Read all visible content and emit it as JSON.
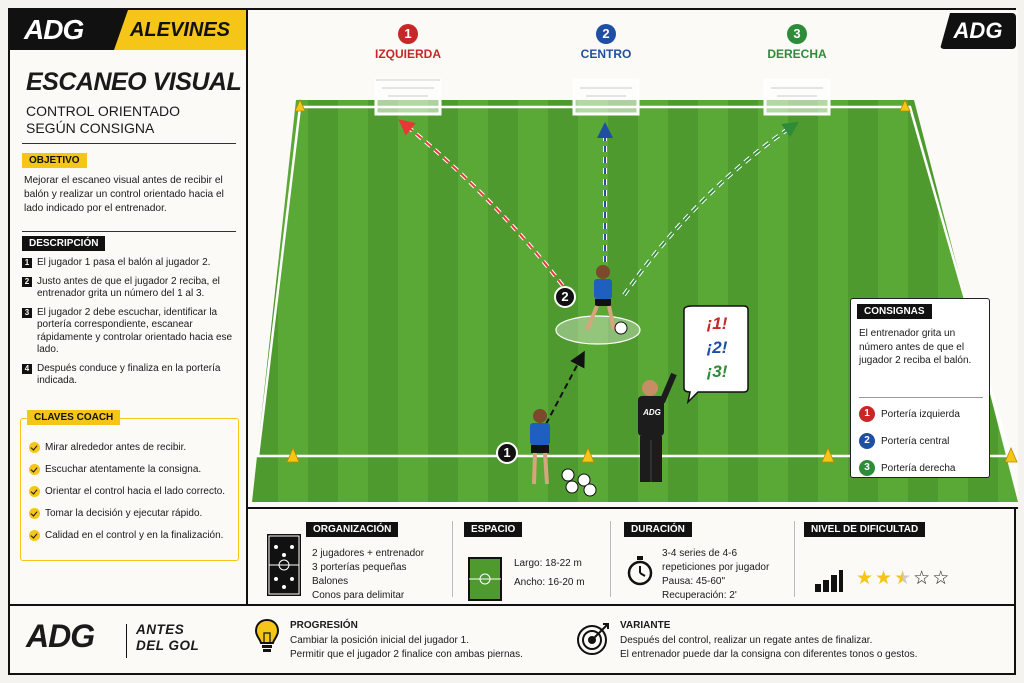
{
  "brand": {
    "logo": "ADG",
    "category": "ALEVINES"
  },
  "title": "ESCANEO VISUAL",
  "subtitle_lines": [
    "CONTROL ORIENTADO",
    "SEGÚN CONSIGNA"
  ],
  "objetivo": {
    "label": "OBJETIVO",
    "text": "Mejorar el escaneo visual antes de recibir el balón y realizar un control orientado hacia el lado indicado por el entrenador."
  },
  "descripcion": {
    "label": "DESCRIPCIÓN",
    "items": [
      {
        "num": "1",
        "text": "El jugador 1 pasa el balón al jugador 2."
      },
      {
        "num": "2",
        "text": "Justo antes de que el jugador 2 reciba, el entrenador grita un número del 1 al 3."
      },
      {
        "num": "3",
        "text": "El jugador 2 debe escuchar, identificar la portería correspondiente, escanear rápidamente y controlar orientado hacia ese lado."
      },
      {
        "num": "4",
        "text": "Después conduce y finaliza en la portería indicada."
      }
    ]
  },
  "claves": {
    "label": "CLAVES COACH",
    "items": [
      "Mirar alrededor antes de recibir.",
      "Escuchar atentamente la consigna.",
      "Orientar el control hacia el lado correcto.",
      "Tomar la decisión y ejecutar rápido.",
      "Calidad en el control y en la finalización."
    ]
  },
  "field": {
    "logo": "ADG",
    "goals": [
      {
        "num": "1",
        "label": "IZQUIERDA",
        "color": "#c62828"
      },
      {
        "num": "2",
        "label": "CENTRO",
        "color": "#1f4fa3"
      },
      {
        "num": "3",
        "label": "DERECHA",
        "color": "#2e8b3a"
      }
    ],
    "player_labels": [
      "1",
      "2"
    ],
    "coach_shirt": "ADG",
    "shout": [
      {
        "text": "¡1!",
        "color": "#c62828"
      },
      {
        "text": "¡2!",
        "color": "#1f4fa3"
      },
      {
        "text": "¡3!",
        "color": "#2e8b3a"
      }
    ],
    "consignas": {
      "label": "CONSIGNAS",
      "text": "El entrenador grita un número antes de que el jugador 2 reciba el balón.",
      "items": [
        {
          "num": "1",
          "text": "Portería izquierda",
          "color": "#c62828"
        },
        {
          "num": "2",
          "text": "Portería central",
          "color": "#1f4fa3"
        },
        {
          "num": "3",
          "text": "Portería derecha",
          "color": "#2e8b3a"
        }
      ]
    }
  },
  "info": {
    "organizacion": {
      "label": "ORGANIZACIÓN",
      "lines": [
        "2 jugadores + entrenador",
        "3 porterías pequeñas",
        "Balones",
        "Conos para delimitar"
      ]
    },
    "espacio": {
      "label": "ESPACIO",
      "lines": [
        "Largo: 18-22 m",
        "Ancho: 16-20 m"
      ]
    },
    "duracion": {
      "label": "DURACIÓN",
      "lines": [
        "3-4 series de 4-6",
        "repeticiones por jugador",
        "Pausa: 45-60\"",
        "Recuperación: 2'"
      ]
    },
    "dificultad": {
      "label": "NIVEL DE DIFICULTAD",
      "stars": 2.5,
      "max": 5
    }
  },
  "bottom": {
    "logo": "ADG",
    "slogan_lines": [
      "ANTES",
      "DEL GOL"
    ],
    "progresion": {
      "label": "PROGRESIÓN",
      "lines": [
        "Cambiar la posición inicial del jugador 1.",
        "Permitir que el jugador 2 finalice con ambas piernas."
      ]
    },
    "variante": {
      "label": "VARIANTE",
      "lines": [
        "Después del control, realizar un regate antes de finalizar.",
        "El entrenador puede dar la consigna con diferentes tonos o gestos."
      ]
    }
  },
  "icons": [
    "check-icon",
    "stopwatch-icon",
    "lightbulb-icon",
    "target-icon",
    "formation-icon",
    "signal-bars-icon",
    "star-icon"
  ]
}
